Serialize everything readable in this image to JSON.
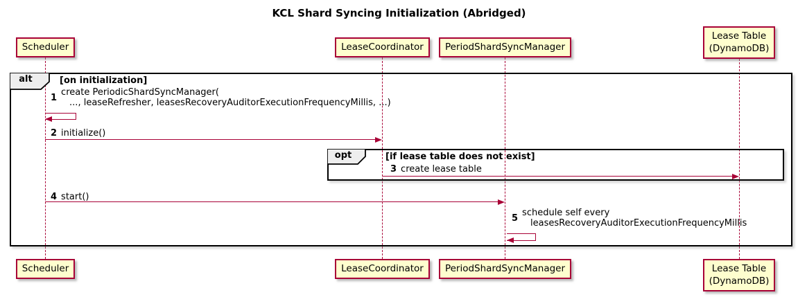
{
  "title": "KCL Shard Syncing Initialization (Abridged)",
  "participants": [
    {
      "label": "Scheduler"
    },
    {
      "label": "LeaseCoordinator"
    },
    {
      "label": "PeriodShardSyncManager"
    },
    {
      "label": "Lease Table",
      "label2": "(DynamoDB)"
    }
  ],
  "frames": {
    "alt": {
      "operator": "alt",
      "guard": "[on initialization]"
    },
    "opt": {
      "operator": "opt",
      "guard": "[if lease table does not exist]"
    }
  },
  "messages": {
    "m1": {
      "num": "1",
      "line1": "create PeriodicShardSyncManager(",
      "line2": "..., leaseRefresher, leasesRecoveryAuditorExecutionFrequencyMillis, ...)"
    },
    "m2": {
      "num": "2",
      "text": "initialize()"
    },
    "m3": {
      "num": "3",
      "text": "create lease table"
    },
    "m4": {
      "num": "4",
      "text": "start()"
    },
    "m5": {
      "num": "5",
      "line1": "schedule self every",
      "line2": "leasesRecoveryAuditorExecutionFrequencyMillis"
    }
  },
  "colors": {
    "participant_fill": "#FEFECE",
    "participant_border": "#A80036",
    "arrow": "#A80036",
    "lifeline": "#A80036",
    "frame_border": "#000000",
    "operator_label_fill": "#EEEEEE"
  }
}
